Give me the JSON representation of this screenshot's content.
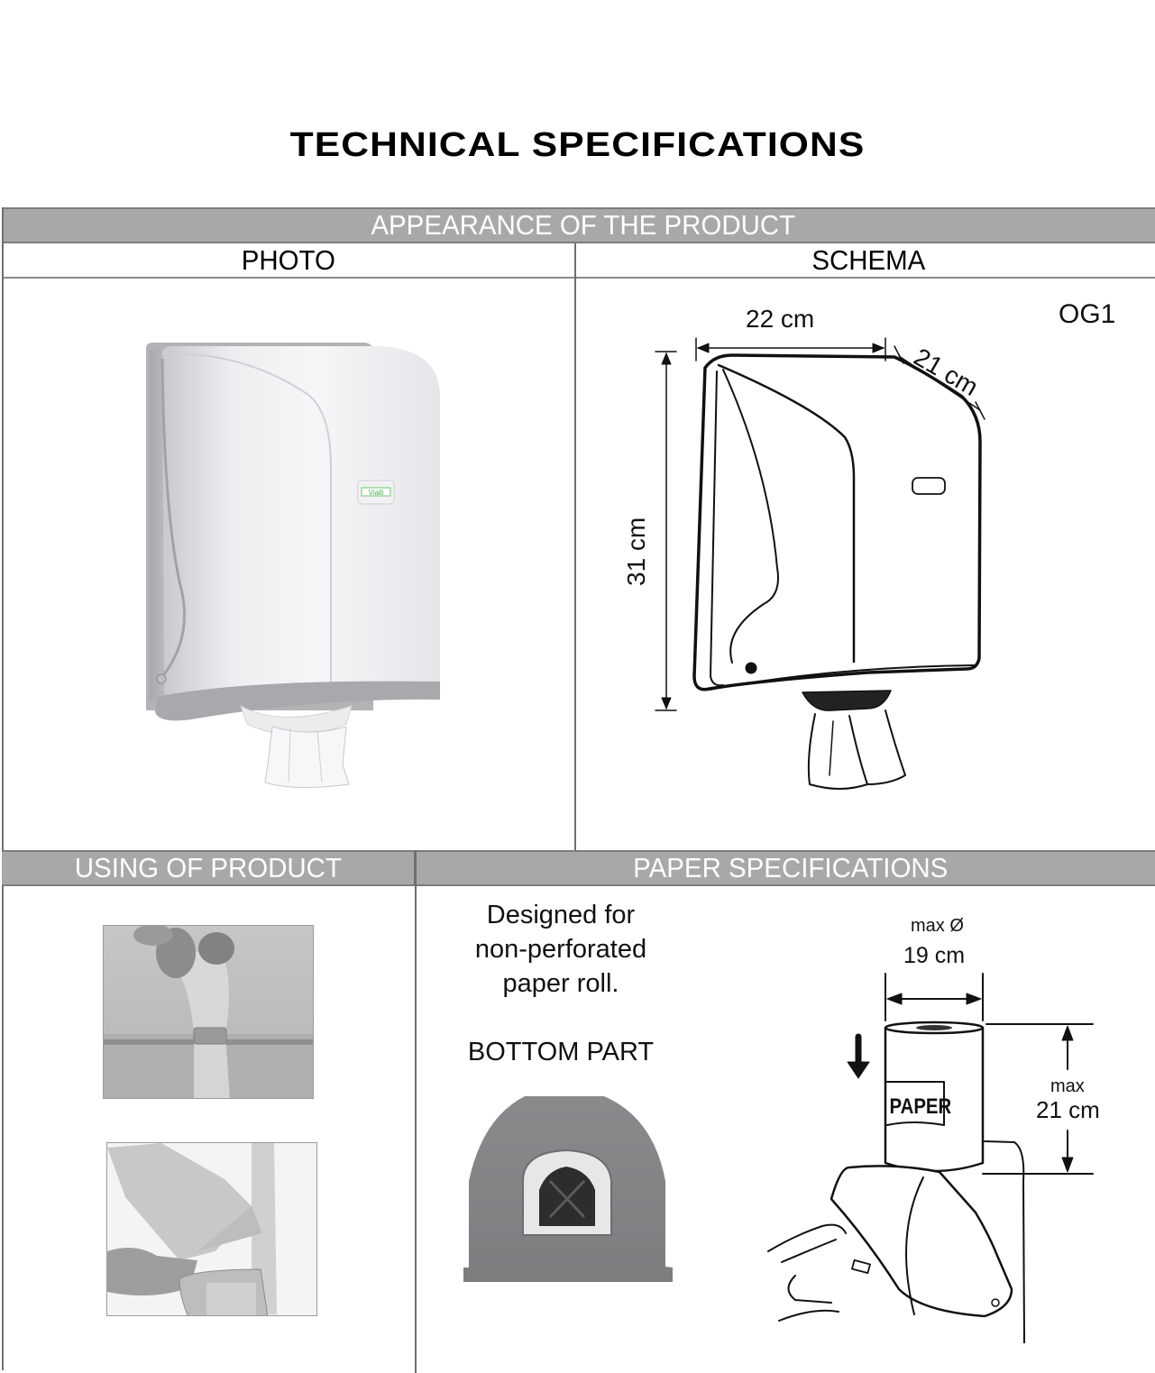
{
  "page": {
    "title": "TECHNICAL SPECIFICATIONS"
  },
  "appearance": {
    "band_label": "APPEARANCE OF THE PRODUCT",
    "photo_header": "PHOTO",
    "schema_header": "SCHEMA",
    "photo": {
      "brand_badge": "Vialli",
      "description": "white wall-mounted centre-pull paper towel dispenser with grey back plate"
    },
    "schema": {
      "model_code": "OG1",
      "width_label": "22 cm",
      "depth_label": "21 cm",
      "height_label": "31 cm"
    }
  },
  "usage": {
    "band_label": "USING OF PRODUCT",
    "images": [
      {
        "caption": "pulling paper from dispenser"
      },
      {
        "caption": "loading paper roll into dispenser"
      }
    ]
  },
  "paper_specs": {
    "band_label": "PAPER SPECIFICATIONS",
    "description_lines": [
      "Designed for",
      "non-perforated",
      "paper roll."
    ],
    "bottom_part_label": "BOTTOM PART",
    "diameter_prefix": "max Ø",
    "diameter_value": "19 cm",
    "height_prefix": "max",
    "height_value": "21 cm",
    "roll_label": "PAPER"
  },
  "colors": {
    "band_bg": "#a8a8a8",
    "band_text": "#ffffff",
    "border": "#7c7c7c",
    "brand_green": "#5cbf5c"
  }
}
